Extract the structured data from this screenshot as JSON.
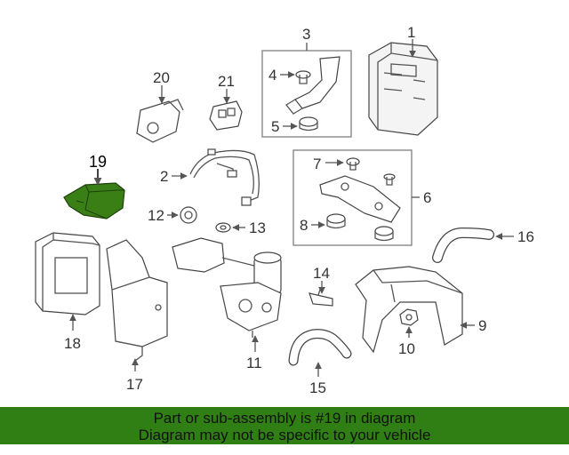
{
  "callouts": {
    "c1": "1",
    "c2": "2",
    "c3": "3",
    "c4": "4",
    "c5": "5",
    "c6": "6",
    "c7": "7",
    "c8": "8",
    "c9": "9",
    "c10": "10",
    "c11": "11",
    "c12": "12",
    "c13": "13",
    "c14": "14",
    "c15": "15",
    "c16": "16",
    "c17": "17",
    "c18": "18",
    "c19": "19",
    "c20": "20",
    "c21": "21"
  },
  "highlight_color": "#3a7f16",
  "banner": {
    "background": "#2f7f15",
    "line1": "Part or sub-assembly is #19 in diagram",
    "line2": "Diagram may not be specific to your vehicle"
  }
}
